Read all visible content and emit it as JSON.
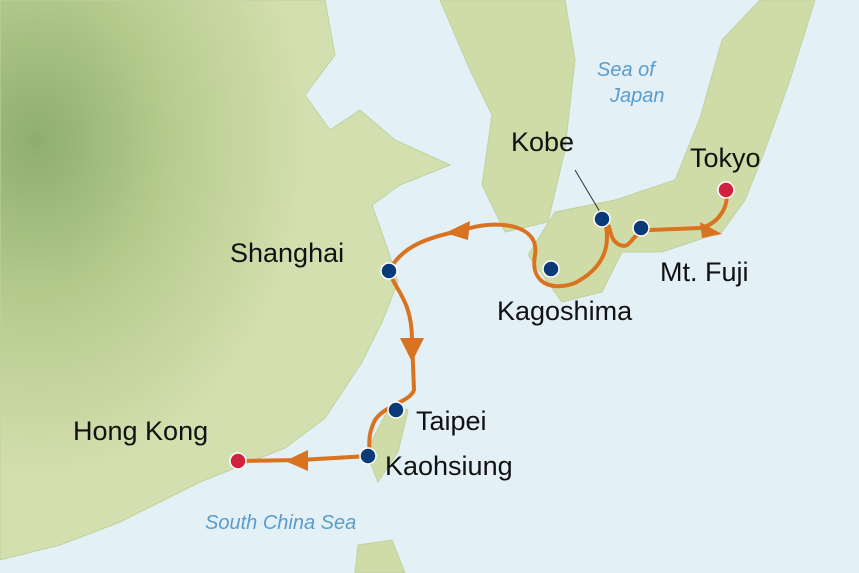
{
  "colors": {
    "sea": "#e3f0f6",
    "land": "#cfdca8",
    "land_dark": "#8fae6e",
    "route": "#d9731f",
    "port": "#0b3a78",
    "endpoint": "#d0213f"
  },
  "seas": {
    "sea_of_japan_line1": "Sea of",
    "sea_of_japan_line2": "Japan",
    "south_china_sea": "South China Sea"
  },
  "ports": [
    {
      "name": "Tokyo",
      "type": "endpoint"
    },
    {
      "name": "Mt. Fuji",
      "type": "port"
    },
    {
      "name": "Kobe",
      "type": "port"
    },
    {
      "name": "Kagoshima",
      "type": "port"
    },
    {
      "name": "Shanghai",
      "type": "port"
    },
    {
      "name": "Taipei",
      "type": "port"
    },
    {
      "name": "Kaohsiung",
      "type": "port"
    },
    {
      "name": "Hong Kong",
      "type": "endpoint"
    }
  ]
}
